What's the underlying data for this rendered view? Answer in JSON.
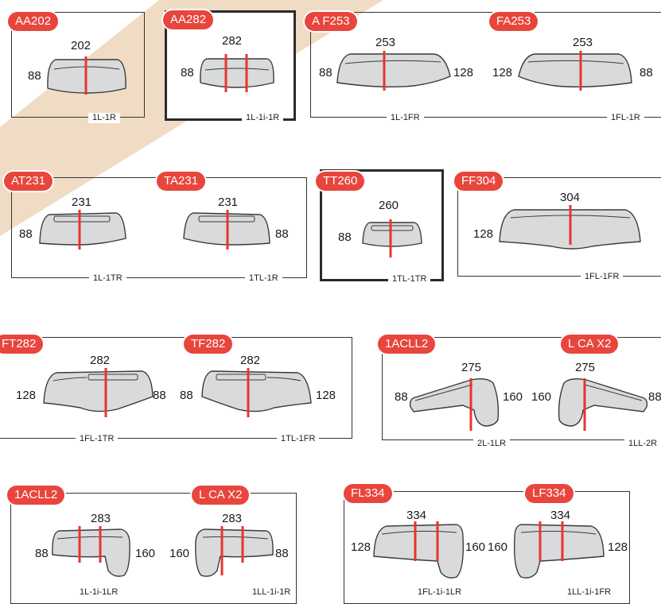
{
  "colors": {
    "badge": "#e8453c",
    "marker": "#e8352b",
    "sofa_fill": "#d9dadc",
    "sofa_stroke": "#3a3a3a",
    "background_accent": "#f0dcc4"
  },
  "items": {
    "aa202": {
      "badge": "AA202",
      "width": "202",
      "depth": "88",
      "code": "1L-1R"
    },
    "aa282": {
      "badge": "AA282",
      "width": "282",
      "depth": "88",
      "code": "1L-1i-1R"
    },
    "af253": {
      "badge": "A F253",
      "width": "253",
      "depth_left": "88",
      "depth_right": "128",
      "code": "1L-1FR"
    },
    "fa253": {
      "badge": "FA253",
      "width": "253",
      "depth_left": "128",
      "depth_right": "88",
      "code": "1FL-1R"
    },
    "at231": {
      "badge": "AT231",
      "width": "231",
      "depth": "88",
      "code": "1L-1TR"
    },
    "ta231": {
      "badge": "TA231",
      "width": "231",
      "depth": "88",
      "code": "1TL-1R"
    },
    "tt260": {
      "badge": "TT260",
      "width": "260",
      "depth": "88",
      "code": "1TL-1TR"
    },
    "ff304": {
      "badge": "FF304",
      "width": "304",
      "depth": "128",
      "code": "1FL-1FR"
    },
    "ft282": {
      "badge": "FT282",
      "width": "282",
      "depth_left": "128",
      "depth_right": "88",
      "code": "1FL-1TR"
    },
    "tf282": {
      "badge": "TF282",
      "width": "282",
      "depth_left": "88",
      "depth_right": "128",
      "code": "1TL-1FR"
    },
    "acll2_275": {
      "badge": "1ACLL2",
      "width": "275",
      "depth_left": "88",
      "depth_right": "160",
      "code": "2L-1LR"
    },
    "lcax2_275": {
      "badge": "L CA X2",
      "width": "275",
      "depth_left": "160",
      "depth_right": "88",
      "code": "1LL-2R"
    },
    "acll2_283": {
      "badge": "1ACLL2",
      "width": "283",
      "depth_left": "88",
      "depth_right": "160",
      "code": "1L-1i-1LR"
    },
    "lcax2_283": {
      "badge": "L CA X2",
      "width": "283",
      "depth_left": "160",
      "depth_right": "88",
      "code": "1LL-1i-1R"
    },
    "fl334": {
      "badge": "FL334",
      "width": "334",
      "depth_left": "128",
      "depth_right": "160",
      "code": "1FL-1i-1LR"
    },
    "lf334": {
      "badge": "LF334",
      "width": "334",
      "depth_left": "160",
      "depth_right": "128",
      "code": "1LL-1i-1FR"
    }
  }
}
